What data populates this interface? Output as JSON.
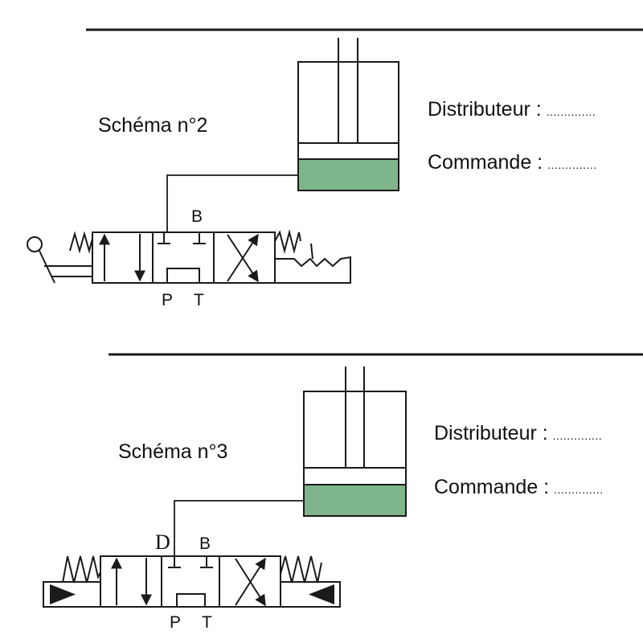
{
  "colors": {
    "ink": "#1a1a1a",
    "fluid": "#7fb58a"
  },
  "schema2": {
    "title": "Schéma n°2",
    "distributeur_label": "Distributeur :",
    "distributeur_dots": "..............",
    "commande_label": "Commande :",
    "commande_dots": "..............",
    "port_b": "B",
    "port_p": "P",
    "port_t": "T"
  },
  "schema3": {
    "title": "Schéma n°3",
    "distributeur_label": "Distributeur :",
    "distributeur_dots": "..............",
    "commande_label": "Commande :",
    "commande_dots": "..............",
    "port_d": "D",
    "port_b": "B",
    "port_p": "P",
    "port_t": "T"
  }
}
